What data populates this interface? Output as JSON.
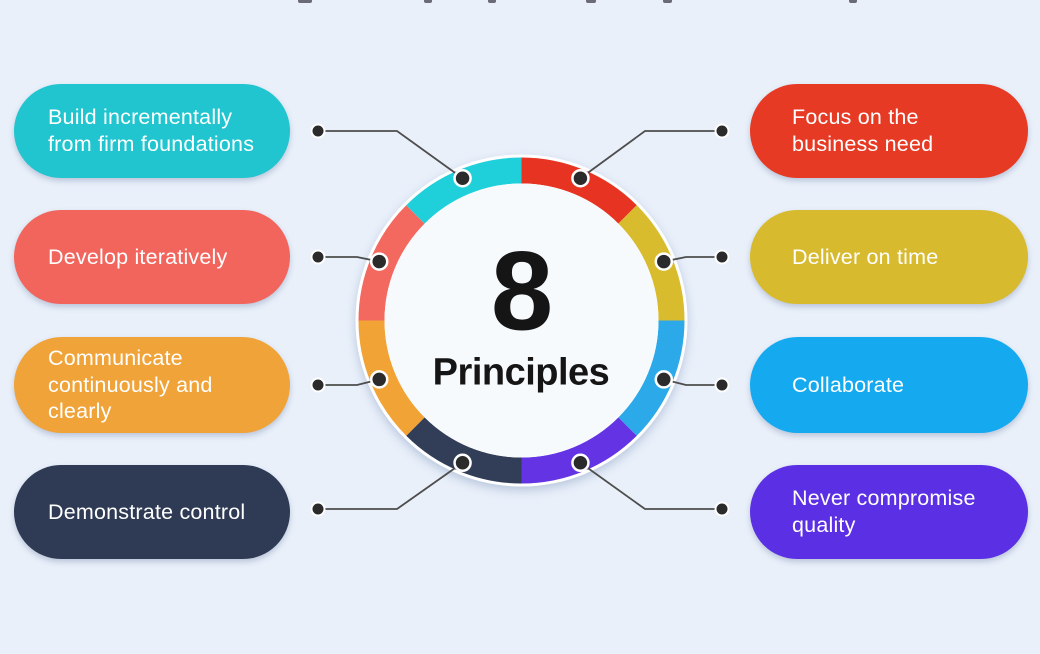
{
  "diagram": {
    "center": {
      "number": "8",
      "label": "Principles"
    },
    "principles": {
      "left": [
        {
          "label": "Build incrementally\nfrom firm foundations",
          "pill_color": "#20c5cf",
          "ring_color": "#1fd0db"
        },
        {
          "label": "Develop iteratively",
          "pill_color": "#f2655d",
          "ring_color": "#f4695f"
        },
        {
          "label": "Communicate\ncontinuously and\nclearly",
          "pill_color": "#f0a338",
          "ring_color": "#f2a335"
        },
        {
          "label": "Demonstrate control",
          "pill_color": "#2f3b54",
          "ring_color": "#323e58"
        }
      ],
      "right": [
        {
          "label": "Focus on the\nbusiness need",
          "pill_color": "#e73a24",
          "ring_color": "#e73422"
        },
        {
          "label": "Deliver on time",
          "pill_color": "#d8ba2f",
          "ring_color": "#d9bb2e"
        },
        {
          "label": "Collaborate",
          "pill_color": "#15aaf0",
          "ring_color": "#2ba9e8"
        },
        {
          "label": "Never compromise\nquality",
          "pill_color": "#5b2fe3",
          "ring_color": "#6434e4"
        }
      ]
    },
    "ring_segment_order_clockwise_from_top": [
      "right.0",
      "right.1",
      "right.2",
      "right.3",
      "left.3",
      "left.2",
      "left.1",
      "left.0"
    ],
    "colors": {
      "background": "#e9f0fa",
      "hub_outline": "#ffffff",
      "inner_circle": "#f7fafd",
      "connector_line": "#4d4d4d",
      "connector_dot": "#2b2b2b",
      "dot_outline": "#ffffff",
      "center_text": "#151515",
      "pill_text": "#ffffff"
    }
  }
}
